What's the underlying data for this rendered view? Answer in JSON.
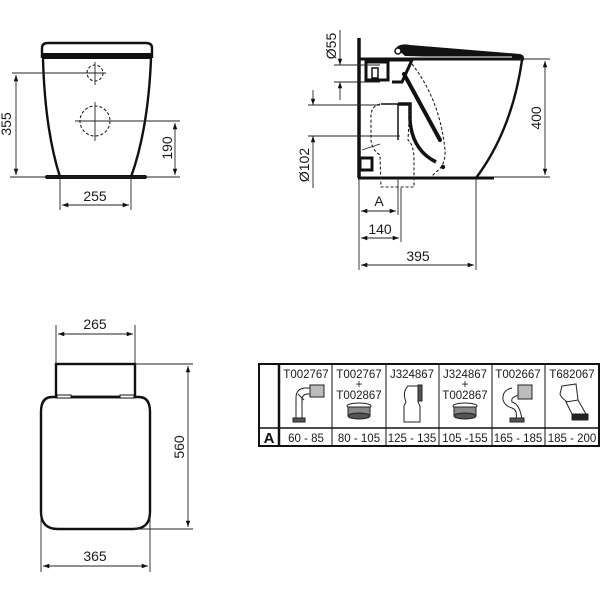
{
  "front_view": {
    "dim_height_total": "355",
    "dim_height_outlet": "190",
    "dim_base_width": "255"
  },
  "side_view": {
    "dim_inlet_diameter": "Ø55",
    "dim_outlet_diameter": "Ø102",
    "dim_height": "400",
    "dim_A_label": "A",
    "dim_outlet_distance": "140",
    "dim_depth": "395"
  },
  "top_view": {
    "dim_cistern_width": "265",
    "dim_length": "560",
    "dim_width": "365"
  },
  "connector_table": {
    "row_label": "A",
    "columns": [
      {
        "code_line1": "T002767",
        "plus": "",
        "code_line2": "",
        "icon": "elbow-bend-connector-icon",
        "range": "60 - 85"
      },
      {
        "code_line1": "T002767",
        "plus": "+",
        "code_line2": "T002867",
        "icon": "ring-seal-connector-icon",
        "range": "80 - 105"
      },
      {
        "code_line1": "J324867",
        "plus": "",
        "code_line2": "",
        "icon": "offset-pan-connector-icon",
        "range": "125 - 135"
      },
      {
        "code_line1": "J324867",
        "plus": "+",
        "code_line2": "T002867",
        "icon": "ring-seal-connector-icon",
        "range": "105 -155"
      },
      {
        "code_line1": "T002667",
        "plus": "",
        "code_line2": "",
        "icon": "s-trap-connector-icon",
        "range": "165 - 185"
      },
      {
        "code_line1": "T682067",
        "plus": "",
        "code_line2": "",
        "icon": "flexible-connector-icon",
        "range": "185 - 200"
      }
    ]
  }
}
